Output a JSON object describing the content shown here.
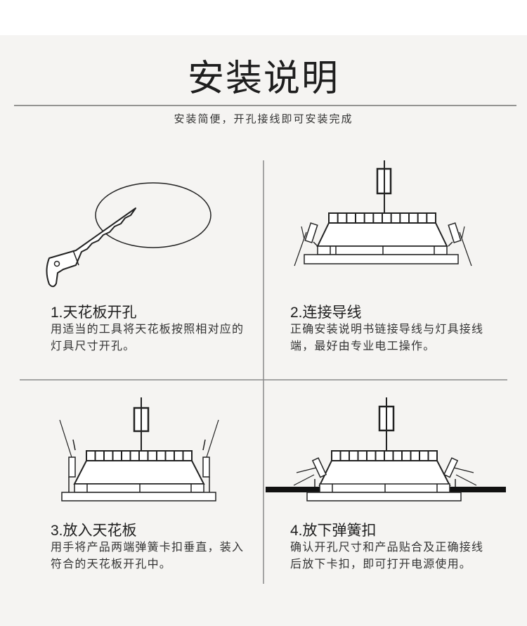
{
  "header": {
    "title": "安装说明",
    "subtitle": "安装简便，开孔接线即可安装完成"
  },
  "steps": [
    {
      "title": "1.天花板开孔",
      "desc": [
        "用适当的工具将天花板按照相对应的",
        "灯具尺寸开孔。"
      ]
    },
    {
      "title": "2.连接导线",
      "desc": [
        "正确安装说明书链接导线与灯具接线",
        "端，最好由专业电工操作。"
      ]
    },
    {
      "title": "3.放入天花板",
      "desc": [
        "用手将产品两端弹簧卡扣垂直，装入",
        "符合的天花板开孔中。"
      ]
    },
    {
      "title": "4.放下弹簧扣",
      "desc": [
        "确认开孔尺寸和产品贴合及正确接线",
        "后放下卡扣，即可打开电源使用。"
      ]
    }
  ],
  "colors": {
    "background": "#f5f4f2",
    "ink": "#222222"
  }
}
